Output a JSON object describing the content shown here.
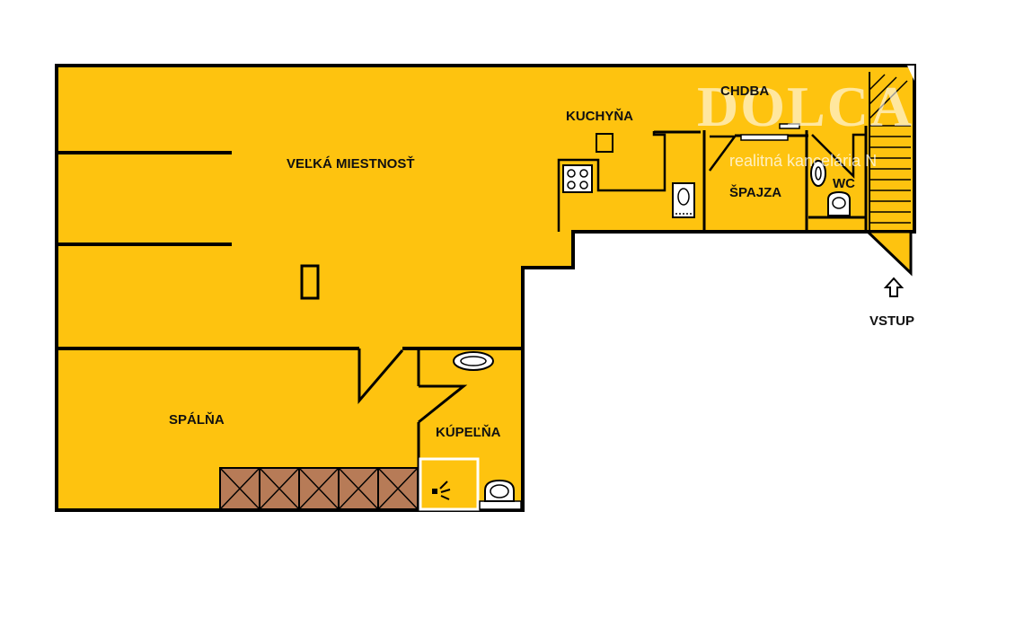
{
  "rooms": {
    "velka_miestnost": "VEĽKÁ MIESTNOSŤ",
    "kuchyna": "KUCHYŇA",
    "chodba": "CHDBA",
    "spajza": "ŠPAJZA",
    "wc": "WC",
    "spalna": "SPÁLŇA",
    "kupelna": "KÚPEĽŇA"
  },
  "entrance": {
    "label": "VSTUP",
    "icon": "arrow-up-icon"
  },
  "watermark": {
    "brand": "DOLCA",
    "tagline": "realitná kancelária N"
  },
  "colors": {
    "floor": "#FEC30F",
    "wall": "#000000",
    "wardrobe": "#B77B57",
    "background": "#FFFFFF"
  }
}
